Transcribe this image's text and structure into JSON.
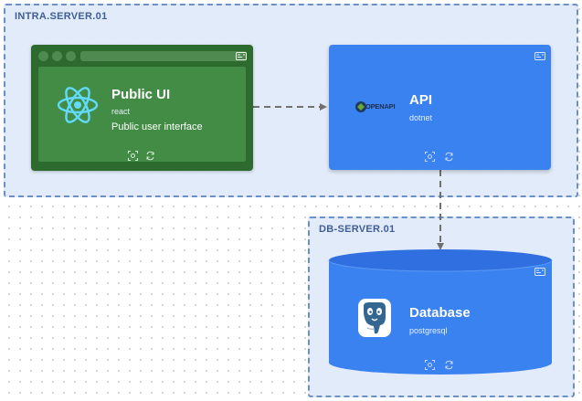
{
  "boundaries": {
    "intra": {
      "label": "INTRA.SERVER.01"
    },
    "db": {
      "label": "DB-SERVER.01"
    }
  },
  "nodes": {
    "public_ui": {
      "title": "Public UI",
      "technology": "react",
      "description": "Public user interface",
      "icon": "react-logo",
      "color": "#2d6a2e"
    },
    "api": {
      "title": "API",
      "technology": "dotnet",
      "icon": "openapi-logo",
      "logo_text": "OPENAPI",
      "color": "#3b82f1"
    },
    "database": {
      "title": "Database",
      "technology": "postgresql",
      "icon": "postgresql-logo",
      "color": "#3b82f1"
    }
  },
  "edges": [
    {
      "from": "Public UI",
      "to": "API",
      "style": "dashed"
    },
    {
      "from": "API",
      "to": "Database",
      "style": "dashed"
    }
  ],
  "colors": {
    "boundary_border": "#6d8fc7",
    "boundary_fill": "#dee9f8",
    "edge": "#707070"
  }
}
